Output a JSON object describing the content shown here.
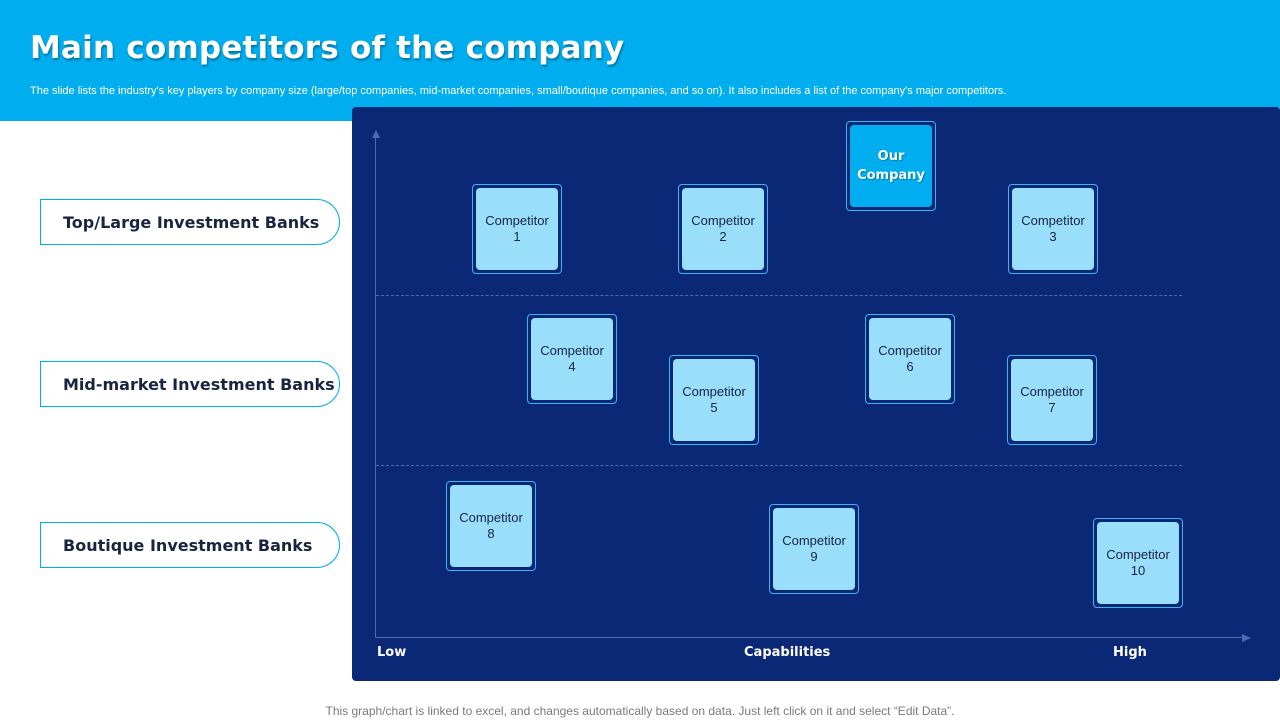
{
  "slide": {
    "title": "Main competitors of the company",
    "subtitle": "The slide lists the industry's key players by company size (large/top companies, mid-market companies, small/boutique companies, and so on). It also includes a list of the company's major competitors.",
    "footer": "This graph/chart is linked to excel,  and changes automatically based on data. Just left click on it and select “Edit Data”."
  },
  "categories": [
    {
      "label": "Top/Large Investment Banks"
    },
    {
      "label": "Mid-market Investment Banks"
    },
    {
      "label": "Boutique Investment Banks"
    }
  ],
  "axis": {
    "low": "Low",
    "label": "Capabilities",
    "high": "High"
  },
  "nodes": [
    {
      "line1": "Our",
      "line2": "Company"
    },
    {
      "line1": "Competitor",
      "line2": "1"
    },
    {
      "line1": "Competitor",
      "line2": "2"
    },
    {
      "line1": "Competitor",
      "line2": "3"
    },
    {
      "line1": "Competitor",
      "line2": "4"
    },
    {
      "line1": "Competitor",
      "line2": "5"
    },
    {
      "line1": "Competitor",
      "line2": "6"
    },
    {
      "line1": "Competitor",
      "line2": "7"
    },
    {
      "line1": "Competitor",
      "line2": "8"
    },
    {
      "line1": "Competitor",
      "line2": "9"
    },
    {
      "line1": "Competitor",
      "line2": "10"
    }
  ],
  "colors": {
    "header": "#00aef0",
    "panel": "#0b2877",
    "node_fill": "#99dffc",
    "our_company_fill": "#00aef0"
  }
}
